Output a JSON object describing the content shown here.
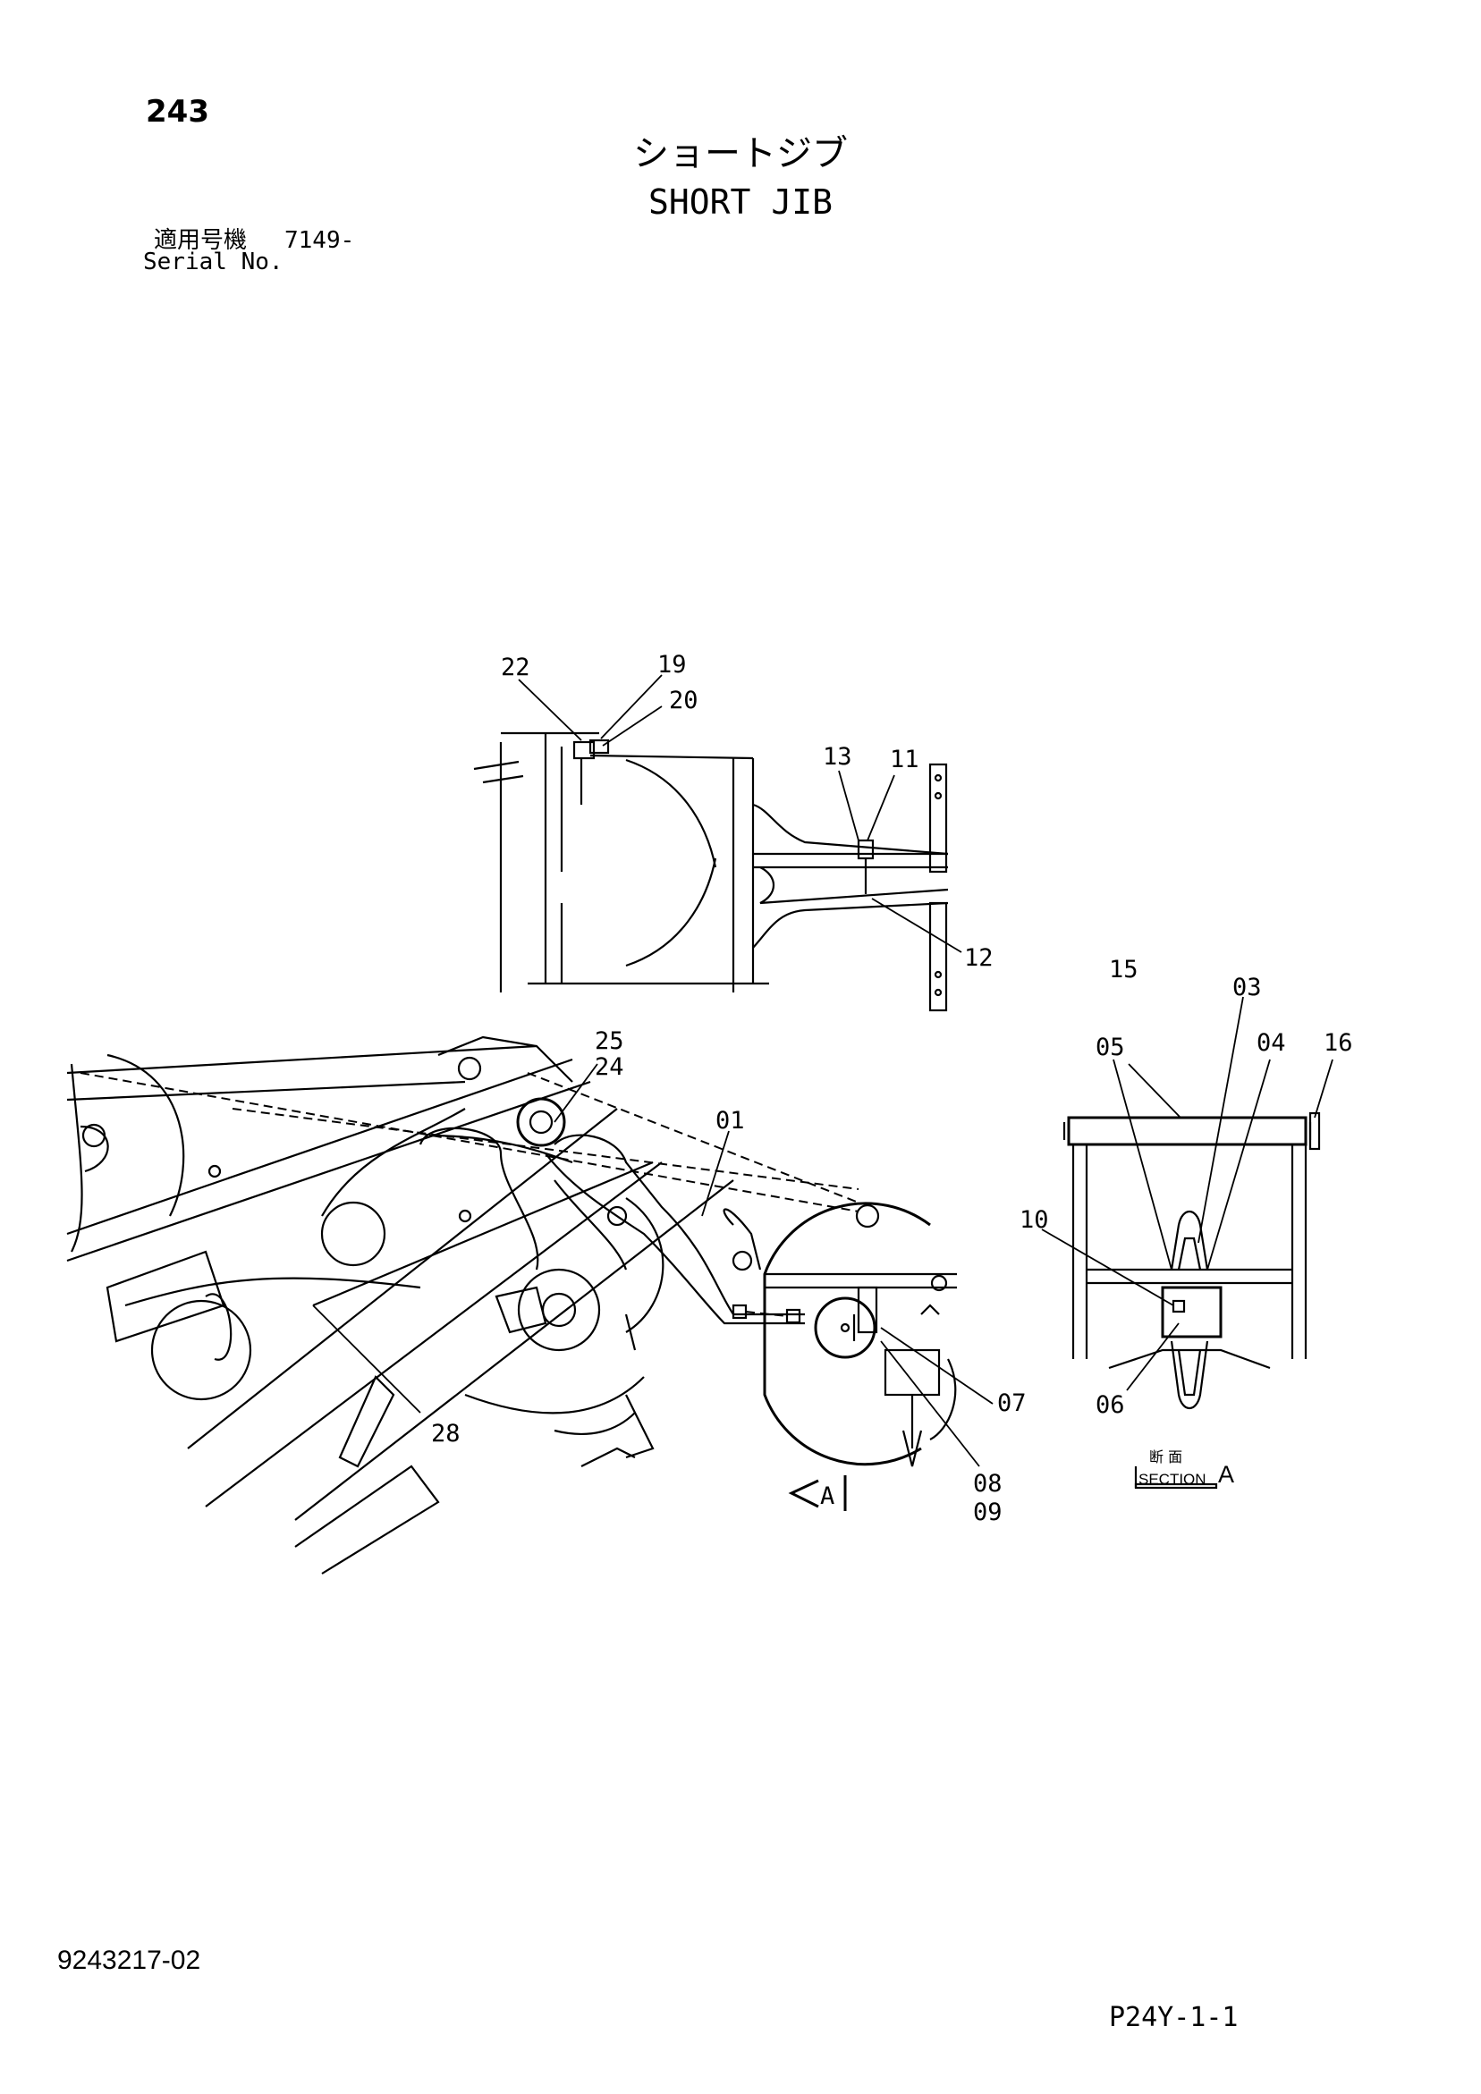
{
  "header": {
    "page_number": "243",
    "title_jp": "ショートジブ",
    "title_en": "SHORT JIB",
    "serial_label_jp": "適用号機",
    "serial_value": "7149-",
    "serial_label_en": "Serial No."
  },
  "callouts": {
    "c01": "01",
    "c03": "03",
    "c04": "04",
    "c05": "05",
    "c06": "06",
    "c07": "07",
    "c08": "08",
    "c09": "09",
    "c10": "10",
    "c11": "11",
    "c12": "12",
    "c13": "13",
    "c15": "15",
    "c16": "16",
    "c19": "19",
    "c20": "20",
    "c22": "22",
    "c24": "24",
    "c25": "25",
    "c28": "28"
  },
  "view_marker": {
    "letter": "A"
  },
  "section_label": {
    "jp": "断 面",
    "en": "SECTION",
    "letter": "A"
  },
  "footer": {
    "doc_number": "9243217-02",
    "page_code": "P24Y-1-1"
  }
}
